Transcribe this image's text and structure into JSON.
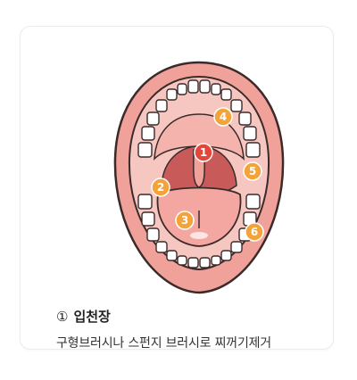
{
  "colors": {
    "lips": "#f0a29a",
    "lips_outline": "#3a2a2a",
    "gums": "#f6c7c1",
    "throat": "#c85a5a",
    "tongue": "#f4a7a0",
    "teeth": "#ffffff",
    "marker_orange": "#f3a33a",
    "marker_red": "#e6453a"
  },
  "markers": [
    {
      "label": "1",
      "color": "red"
    },
    {
      "label": "2",
      "color": "orange"
    },
    {
      "label": "3",
      "color": "orange"
    },
    {
      "label": "4",
      "color": "orange"
    },
    {
      "label": "5",
      "color": "orange"
    },
    {
      "label": "6",
      "color": "orange"
    }
  ],
  "caption": {
    "index": "①",
    "title": "입천장",
    "description": "구형브러시나 스펀지 브러시로 찌꺼기제거"
  }
}
